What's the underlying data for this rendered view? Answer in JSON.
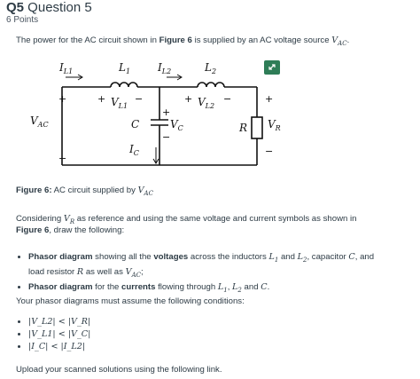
{
  "question": {
    "label_bold": "Q5",
    "label_rest": " Question 5",
    "points": "6 Points"
  },
  "intro": {
    "before": "The power for the AC circuit shown in ",
    "figure_ref": "Figure 6",
    "after": " is supplied by an AC voltage source ",
    "symbol": "V",
    "symbol_sub": "AC",
    "end": "."
  },
  "circuit": {
    "labels": {
      "il1": "I",
      "il1_sub": "L1",
      "l1": "L",
      "l1_sub": "1",
      "il2": "I",
      "il2_sub": "L2",
      "l2": "L",
      "l2_sub": "2",
      "vl1": "V",
      "vl1_sub": "L1",
      "vl2": "V",
      "vl2_sub": "L2",
      "vac": "V",
      "vac_sub": "AC",
      "c": "C",
      "vc": "V",
      "vc_sub": "C",
      "r": "R",
      "vr": "V",
      "vr_sub": "R",
      "ic": "I",
      "ic_sub": "C",
      "plus": "+",
      "minus": "−"
    }
  },
  "caption": {
    "bold": "Figure 6:",
    "text": " AC circuit supplied by ",
    "symbol": "V",
    "symbol_sub": "AC"
  },
  "considering": {
    "p1": "Considering ",
    "sym": "V",
    "sym_sub": "R",
    "p2": " as reference and using the same voltage and current symbols as shown in",
    "bold": "Figure 6",
    "p3": ", draw the following:"
  },
  "tasks": {
    "t1_bold1": "Phasor diagram",
    "t1_text1": " showing all the ",
    "t1_bold2": "voltages",
    "t1_text2": " across the inductors ",
    "t1_line2": "load resistor ",
    "t1_line2b": " as well as ",
    "t2_bold1": "Phasor diagram",
    "t2_text1": " for the ",
    "t2_bold2": "currents",
    "t2_text2": " flowing through ",
    "and": " and ",
    "comma": ", ",
    "cap_text": ", capacitor ",
    "comma_and": ", and",
    "semicolon": ";",
    "period": "."
  },
  "conditions": {
    "intro": "Your phasor diagrams must assume the following conditions:",
    "items": [
      "|V_L2| < |V_R|",
      "|V_L1| < |V_C|",
      "|I_C| < |I_L2|"
    ]
  },
  "upload": {
    "text": "Upload your scanned solutions using the following link."
  },
  "colors": {
    "text": "#2d3b45",
    "accent": "#2e7d57"
  },
  "icons": {
    "expand": "expand-icon"
  }
}
